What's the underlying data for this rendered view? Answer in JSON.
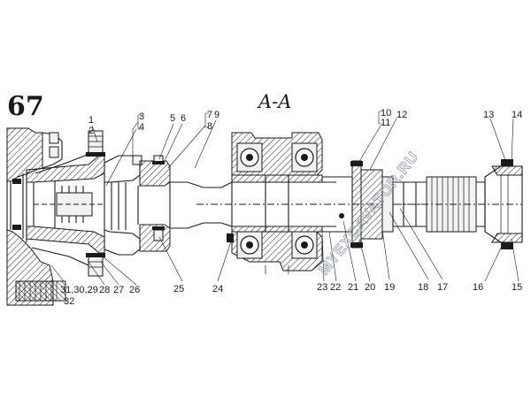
{
  "figure_number": "67",
  "section_label": "A-A",
  "watermark": "MYEXCAVATOR.RU",
  "callouts": {
    "c1": "1",
    "c2": "2",
    "c3": "3",
    "c4": "4",
    "c5": "5",
    "c6": "6",
    "c7": "7",
    "c8": "8",
    "c9": "9",
    "c10": "10",
    "c11": "11",
    "c12": "12",
    "c13": "13",
    "c14": "14",
    "c15": "15",
    "c16": "16",
    "c17": "17",
    "c18": "18",
    "c19": "19",
    "c20": "20",
    "c21": "21",
    "c22": "22",
    "c23": "23",
    "c24": "24",
    "c25": "25",
    "c26": "26",
    "c27": "27",
    "c28": "28",
    "c31_29": "31,30,29",
    "c32": "32"
  }
}
